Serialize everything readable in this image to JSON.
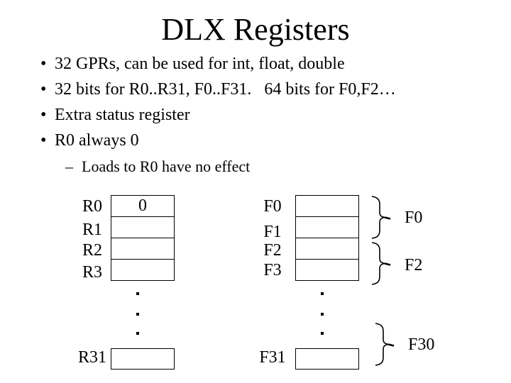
{
  "colors": {
    "background": "#ffffff",
    "text": "#000000",
    "line": "#000000"
  },
  "slide": {
    "title": "DLX Registers",
    "bullet_char": "•",
    "bullets": [
      "32 GPRs, can be used for int, float, double",
      "32 bits for R0..R31, F0..F31.   64 bits for F0,F2…",
      "Extra status register",
      "R0 always 0"
    ],
    "sub_bullet_char": "–",
    "sub_bullet": "Loads to R0 have no effect"
  },
  "gpr_bank": {
    "row_labels": [
      "R0",
      "R1",
      "R2",
      "R3"
    ],
    "r0_value": "0",
    "last_row_label": "R31"
  },
  "fpr_bank": {
    "row_labels": [
      "F0",
      "F1",
      "F2",
      "F3"
    ],
    "last_row_label": "F31",
    "brace_labels": [
      "F0",
      "F2",
      "F30"
    ]
  }
}
